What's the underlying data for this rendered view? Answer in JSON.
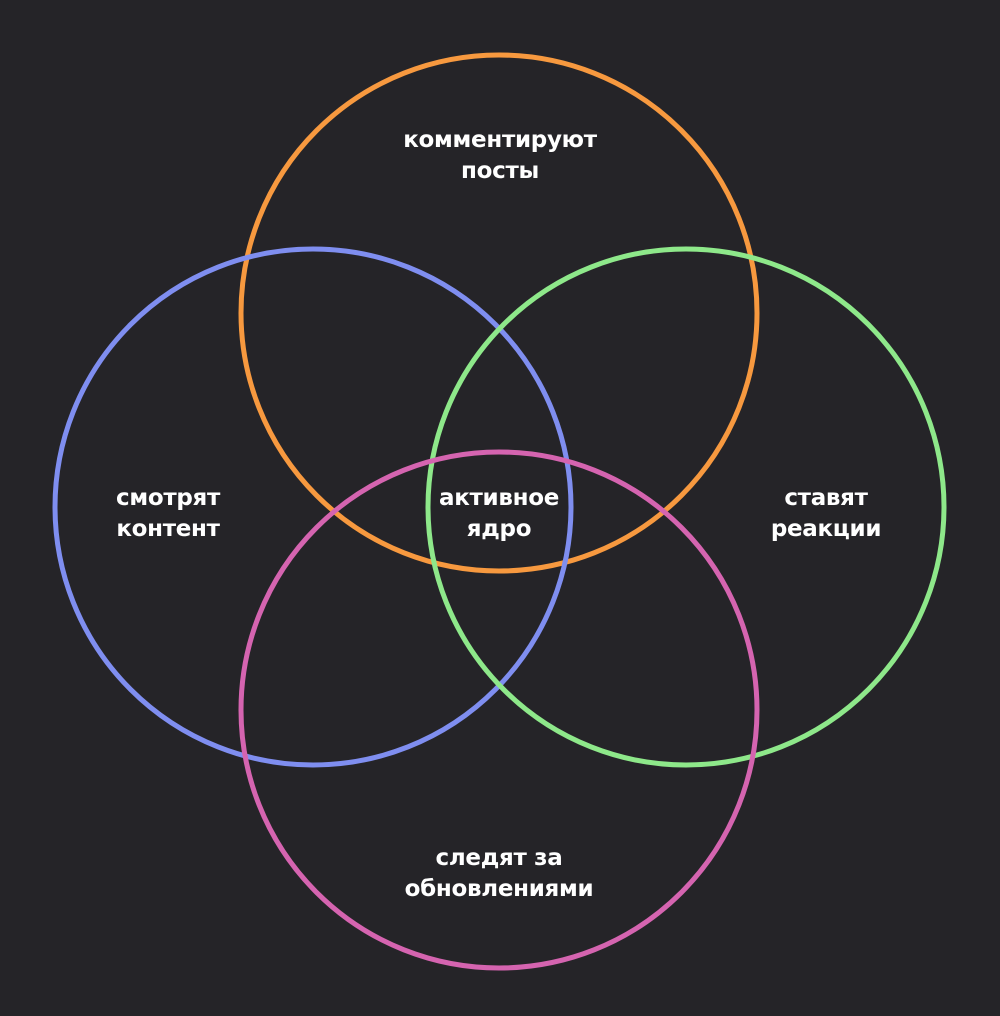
{
  "colors": {
    "background": "#252428",
    "comment": "#f7993f",
    "view": "#7f8ef0",
    "react": "#8ee88a",
    "follow": "#d564b0"
  },
  "labels": {
    "comment": [
      "комментируют",
      "посты"
    ],
    "view": [
      "смотрят",
      "контент"
    ],
    "react": [
      "ставят",
      "реакции"
    ],
    "core": [
      "активное",
      "ядро"
    ],
    "follow": [
      "следят за",
      "обновлениями"
    ]
  }
}
